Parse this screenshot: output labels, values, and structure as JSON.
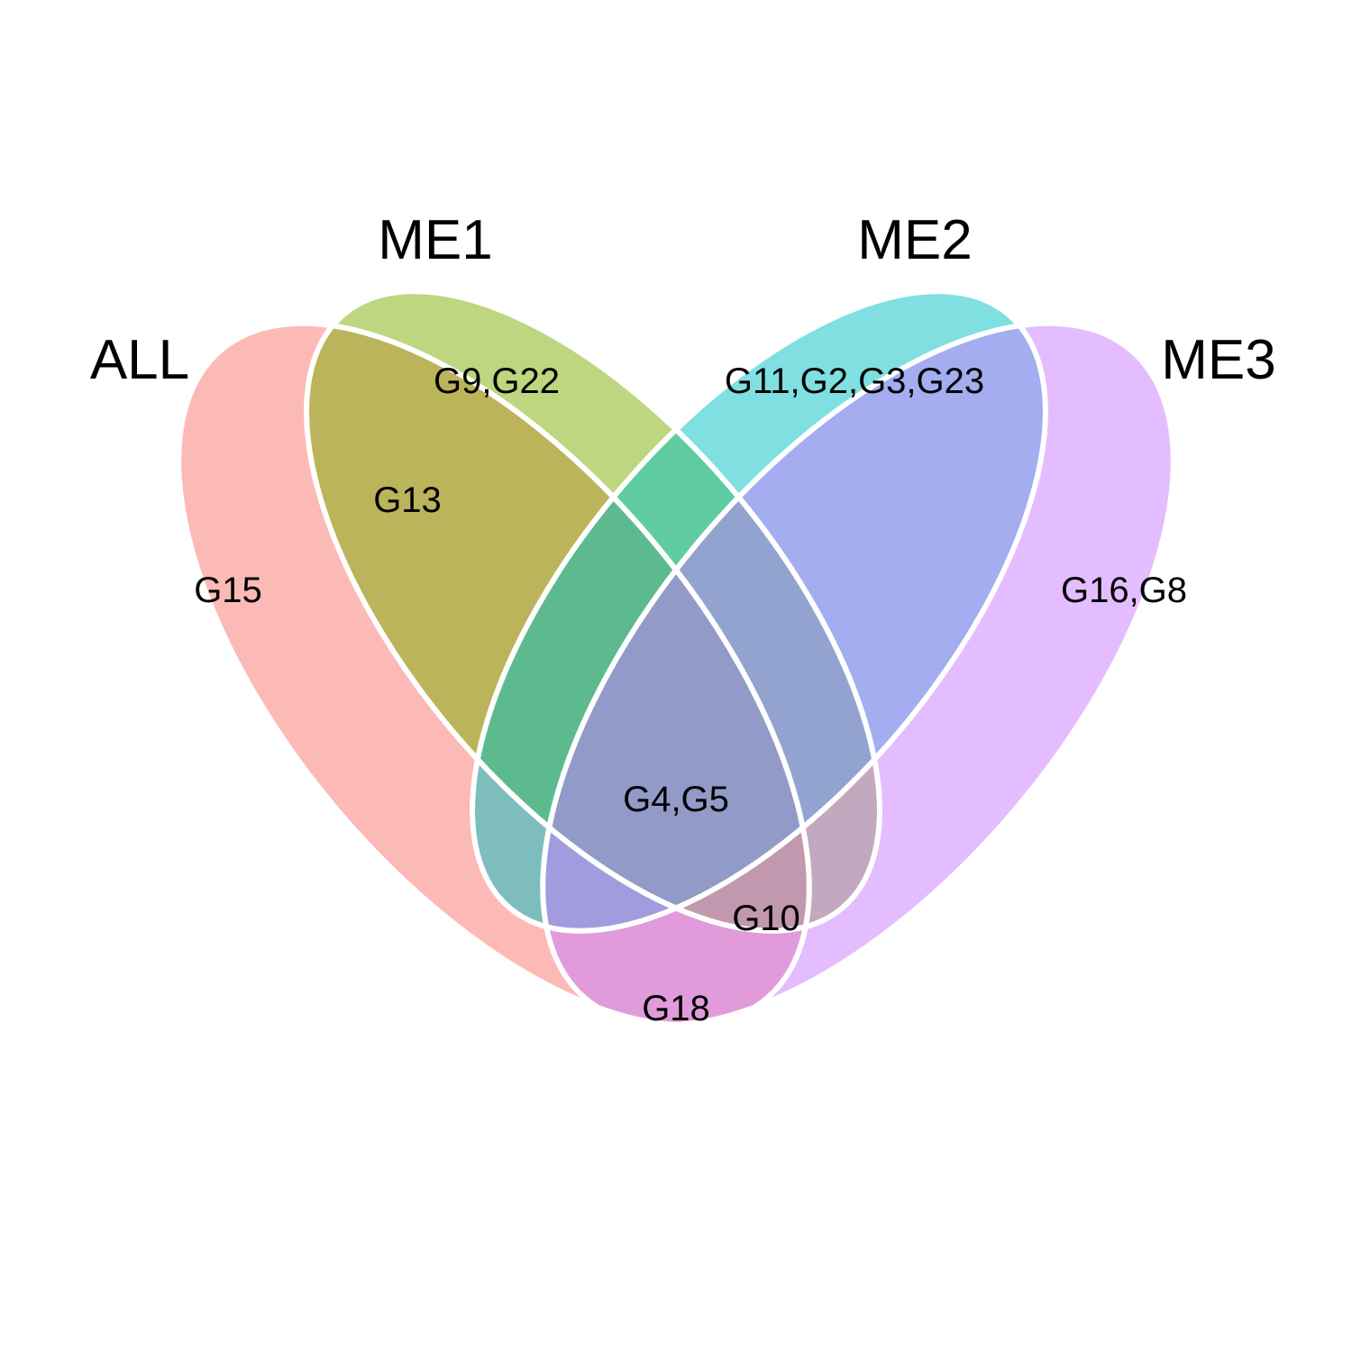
{
  "sets": [
    {
      "name": "ALL",
      "color": "#F8766D"
    },
    {
      "name": "ME1",
      "color": "#7CAE00"
    },
    {
      "name": "ME2",
      "color": "#00BFC4"
    },
    {
      "name": "ME3",
      "color": "#C77CFF"
    }
  ],
  "regions": [
    {
      "sets": [
        "ALL"
      ],
      "label": "G15"
    },
    {
      "sets": [
        "ME1"
      ],
      "label": "G9,G22"
    },
    {
      "sets": [
        "ME2"
      ],
      "label": "G11,G2,G3,G23"
    },
    {
      "sets": [
        "ME3"
      ],
      "label": "G16,G8"
    },
    {
      "sets": [
        "ALL",
        "ME1"
      ],
      "label": "G13"
    },
    {
      "sets": [
        "ALL",
        "ME1",
        "ME2",
        "ME3"
      ],
      "label": "G4,G5"
    },
    {
      "sets": [
        "ALL",
        "ME1",
        "ME3"
      ],
      "label": "G10"
    },
    {
      "sets": [
        "ALL",
        "ME3"
      ],
      "label": "G18"
    }
  ]
}
